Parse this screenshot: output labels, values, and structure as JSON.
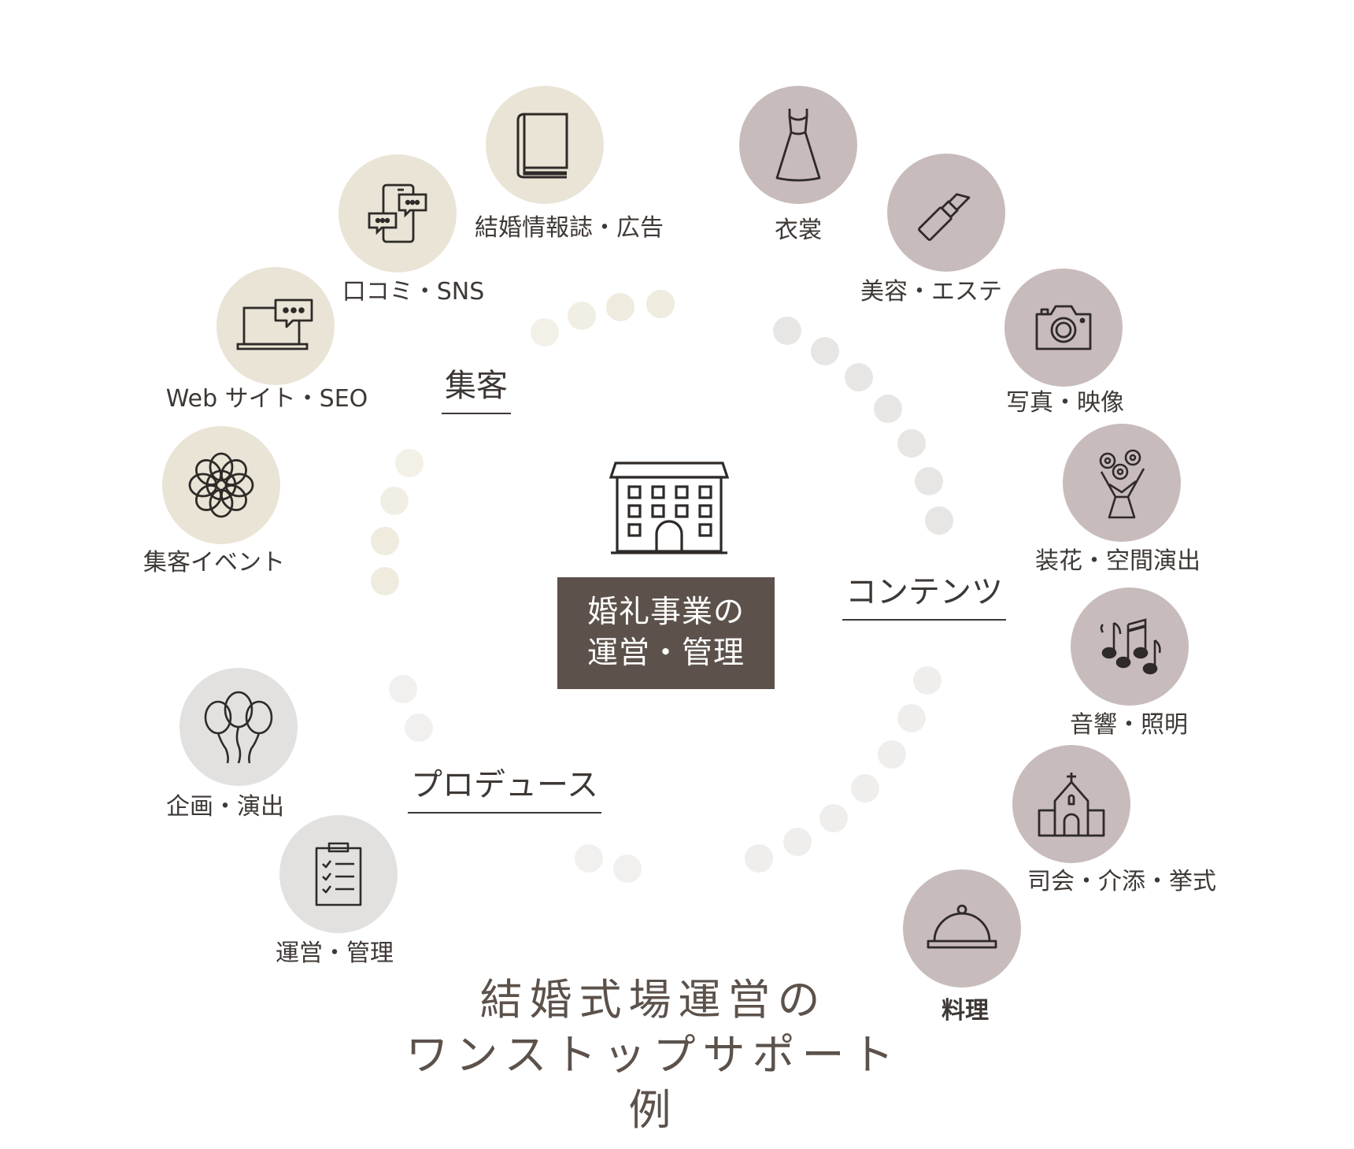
{
  "center": {
    "line1": "婚礼事業の",
    "line2": "運営・管理"
  },
  "caption": {
    "line1": "結婚式場運営の",
    "line2": "ワンストップサポート例"
  },
  "categories": {
    "shukyaku": "集客",
    "contents": "コンテンツ",
    "produce": "プロデュース"
  },
  "colors": {
    "shukyaku_fill": "#e9e4d5",
    "contents_fill": "#c7bbbb",
    "produce_fill": "#e2e1e0",
    "dot_light": "#f0ede4",
    "dot_grey": "#e8e7e6",
    "center_box": "#5c524b",
    "ink": "#2e2a28"
  },
  "services": {
    "magazine": {
      "label": "結婚情報誌・広告",
      "icon": "book-icon"
    },
    "sns": {
      "label": "口コミ・SNS",
      "icon": "smartphone-chat-icon"
    },
    "web": {
      "label": "Web サイト・SEO",
      "icon": "laptop-chat-icon"
    },
    "event": {
      "label": "集客イベント",
      "icon": "flower-icon"
    },
    "costume": {
      "label": "衣裳",
      "icon": "dress-icon"
    },
    "beauty": {
      "label": "美容・エステ",
      "icon": "lipstick-icon"
    },
    "photo": {
      "label": "写真・映像",
      "icon": "camera-icon"
    },
    "flower": {
      "label": "装花・空間演出",
      "icon": "bouquet-icon"
    },
    "sound": {
      "label": "音響・照明",
      "icon": "music-notes-icon"
    },
    "ceremony": {
      "label": "司会・介添・挙式",
      "icon": "chapel-icon"
    },
    "food": {
      "label": "料理",
      "icon": "cloche-icon"
    },
    "planning": {
      "label": "企画・演出",
      "icon": "balloons-icon"
    },
    "operation": {
      "label": "運営・管理",
      "icon": "clipboard-icon"
    }
  },
  "building": {
    "icon": "building-icon"
  }
}
